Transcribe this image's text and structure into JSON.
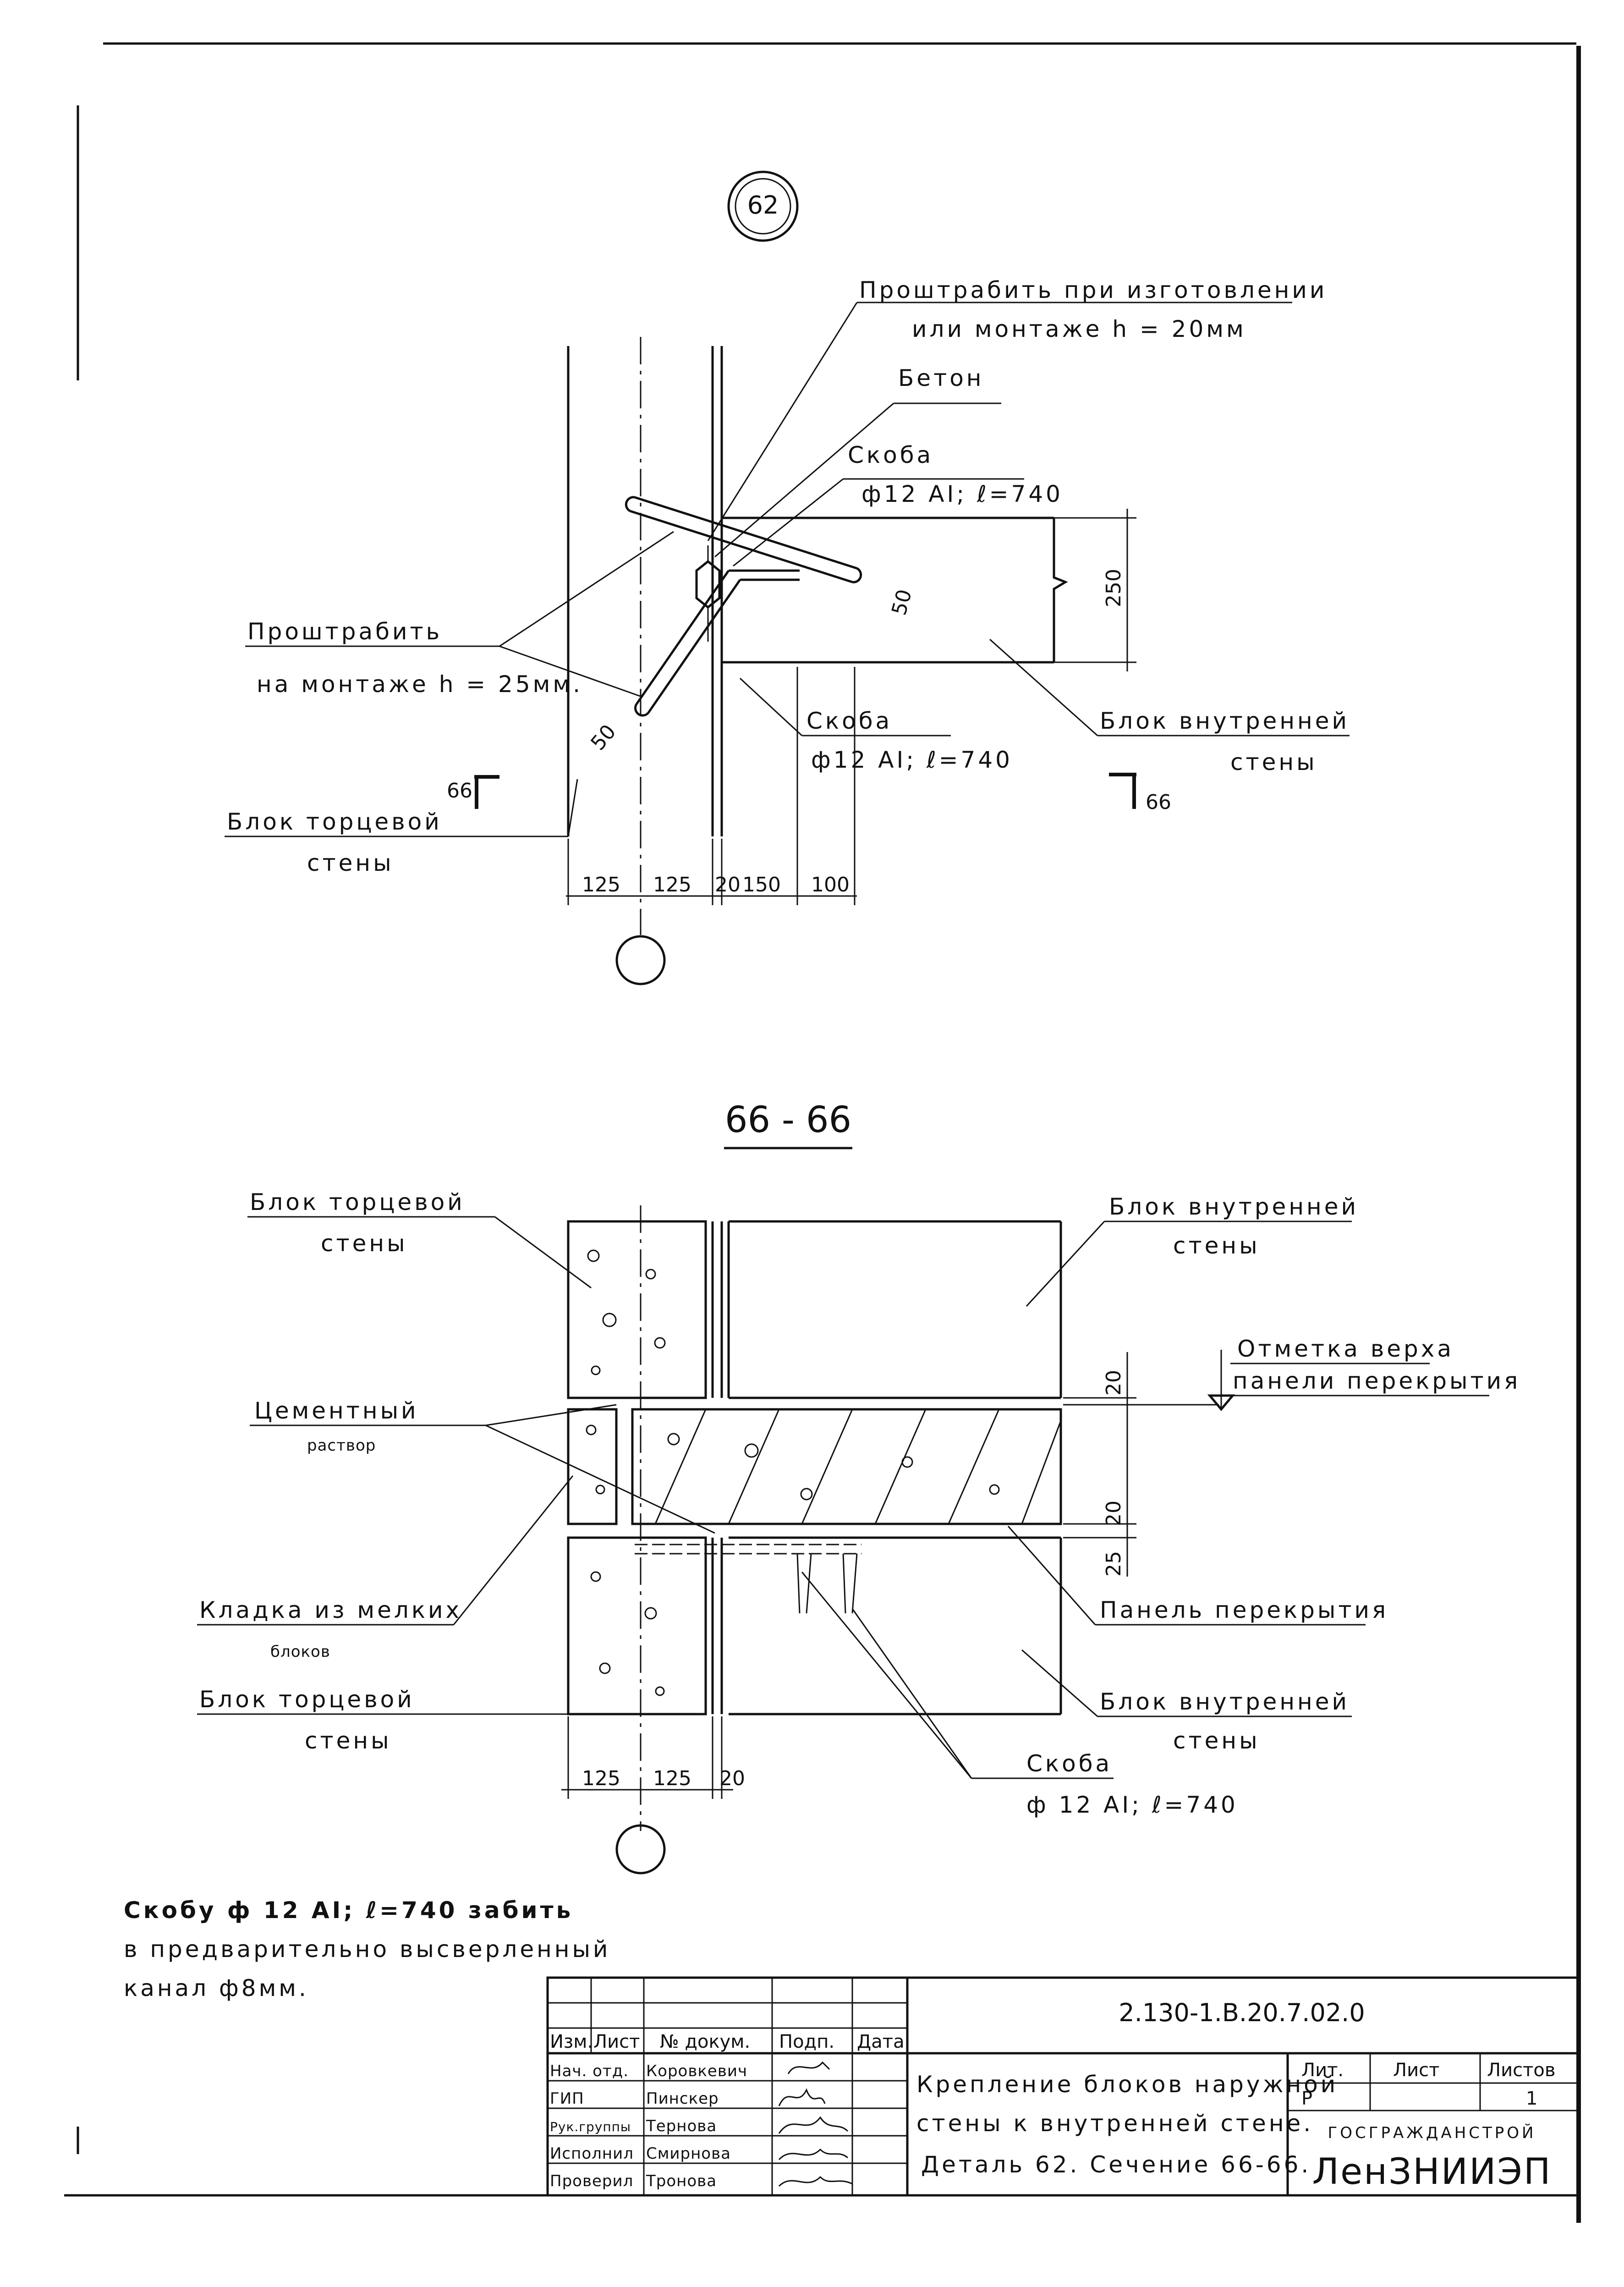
{
  "detail": {
    "number": "62",
    "note_plaster_top": "Проштрабить при изготовлении",
    "note_plaster_top_2": "или монтаже h = 20мм",
    "concrete": "Бетон",
    "bracket_top": "Скоба",
    "bracket_top_spec": "ф12 AI; ℓ=740",
    "plaster_left": "Проштрабить",
    "plaster_left_2": "на монтаже h = 25мм.",
    "bracket_bottom": "Скоба",
    "bracket_bottom_spec": "ф12 AI; ℓ=740",
    "inner_block": "Блок внутренней",
    "inner_block_2": "стены",
    "end_block": "Блок торцевой",
    "end_block_2": "стены",
    "section_mark": "66",
    "dim_250": "250",
    "dim_50a": "50",
    "dim_50b": "50",
    "dims": [
      "125",
      "125",
      "20",
      "150",
      "100"
    ]
  },
  "section": {
    "title": "66 - 66",
    "end_block_top": "Блок торцевой",
    "end_block_top_2": "стены",
    "inner_block_top": "Блок внутренней",
    "inner_block_top_2": "стены",
    "level_mark": "Отметка верха",
    "level_mark_2": "панели перекрытия",
    "cement": "Цементный",
    "cement_2": "раствор",
    "masonry": "Кладка из мелких",
    "masonry_2": "блоков",
    "slab": "Панель перекрытия",
    "end_block_bottom": "Блок торцевой",
    "end_block_bottom_2": "стены",
    "inner_block_bottom": "Блок внутренней",
    "inner_block_bottom_2": "стены",
    "bracket": "Скоба",
    "bracket_spec": "ф 12 AI; ℓ=740",
    "dim_20a": "20",
    "dim_20b": "20",
    "dim_25": "25",
    "dims": [
      "125",
      "125",
      "20"
    ]
  },
  "footnote": {
    "line1": "Скобу ф 12 AI; ℓ=740 забить",
    "line2": "в предварительно высверленный",
    "line3": "канал ф8мм."
  },
  "title_block": {
    "code": "2.130-1.В.20.7.02.0",
    "headers": {
      "izm": "Изм.",
      "list": "Лист",
      "doc": "№ докум.",
      "sign": "Подп.",
      "date": "Дата"
    },
    "rows": [
      {
        "role": "Нач. отд.",
        "name": "Коровкевич"
      },
      {
        "role": "ГИП",
        "name": "Пинскер"
      },
      {
        "role": "Рук.группы",
        "name": "Тернова"
      },
      {
        "role": "Исполнил",
        "name": "Смирнова"
      },
      {
        "role": "Проверил",
        "name": "Тронова"
      }
    ],
    "description_1": "Крепление блоков наружной",
    "description_2": "стены к внутренней стене.",
    "description_3": "Деталь 62. Сечение 66-66.",
    "lit_label": "Лит.",
    "sheet_label": "Лист",
    "sheets_label": "Листов",
    "lit_value": "Р",
    "sheets_value": "1",
    "org_1": "ГОСГРАЖДАНСТРОЙ",
    "org_2": "ЛенЗНИИЭП"
  }
}
